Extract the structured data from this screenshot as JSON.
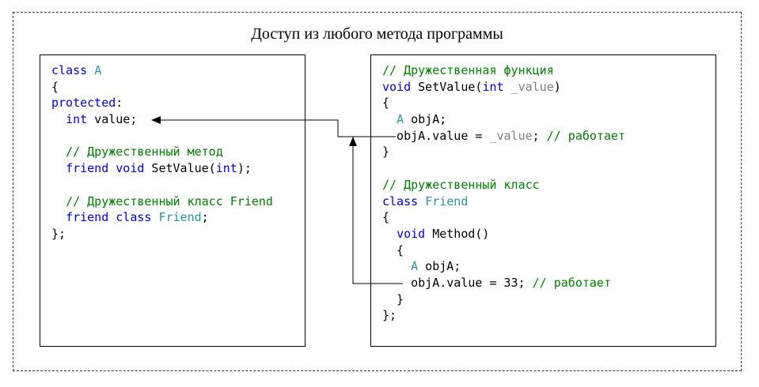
{
  "title": "Доступ из любого метода программы",
  "class_a_box": {
    "lines": [
      [
        {
          "t": "class ",
          "c": "kw"
        },
        {
          "t": "A",
          "c": "ty"
        }
      ],
      [
        {
          "t": "{",
          "c": "tx"
        }
      ],
      [
        {
          "t": "protected",
          "c": "kw"
        },
        {
          "t": ":",
          "c": "tx"
        }
      ],
      [
        {
          "t": "  ",
          "c": "tx"
        },
        {
          "t": "int",
          "c": "kw"
        },
        {
          "t": " value;",
          "c": "tx"
        }
      ],
      [],
      [
        {
          "t": "  // Дружественный метод",
          "c": "cm"
        }
      ],
      [
        {
          "t": "  ",
          "c": "tx"
        },
        {
          "t": "friend",
          "c": "kw"
        },
        {
          "t": " ",
          "c": "tx"
        },
        {
          "t": "void",
          "c": "kw"
        },
        {
          "t": " SetValue(",
          "c": "tx"
        },
        {
          "t": "int",
          "c": "kw"
        },
        {
          "t": ");",
          "c": "tx"
        }
      ],
      [],
      [
        {
          "t": "  // Дружественный класс Friend",
          "c": "cm"
        }
      ],
      [
        {
          "t": "  ",
          "c": "tx"
        },
        {
          "t": "friend",
          "c": "kw"
        },
        {
          "t": " ",
          "c": "tx"
        },
        {
          "t": "class",
          "c": "kw"
        },
        {
          "t": " ",
          "c": "tx"
        },
        {
          "t": "Friend",
          "c": "ty"
        },
        {
          "t": ";",
          "c": "tx"
        }
      ],
      [
        {
          "t": "};",
          "c": "tx"
        }
      ]
    ]
  },
  "friends_box": {
    "lines": [
      [
        {
          "t": "// Дружественная функция",
          "c": "cm"
        }
      ],
      [
        {
          "t": "void",
          "c": "kw"
        },
        {
          "t": " SetValue(",
          "c": "tx"
        },
        {
          "t": "int",
          "c": "kw"
        },
        {
          "t": " ",
          "c": "tx"
        },
        {
          "t": "_value",
          "c": "pm"
        },
        {
          "t": ")",
          "c": "tx"
        }
      ],
      [
        {
          "t": "{",
          "c": "tx"
        }
      ],
      [
        {
          "t": "  ",
          "c": "tx"
        },
        {
          "t": "A",
          "c": "ty"
        },
        {
          "t": " objA;",
          "c": "tx"
        }
      ],
      [
        {
          "t": "  objA.value = ",
          "c": "tx"
        },
        {
          "t": "_value",
          "c": "pm"
        },
        {
          "t": "; ",
          "c": "tx"
        },
        {
          "t": "// работает",
          "c": "cm"
        }
      ],
      [
        {
          "t": "}",
          "c": "tx"
        }
      ],
      [],
      [
        {
          "t": "// Дружественный класс",
          "c": "cm"
        }
      ],
      [
        {
          "t": "class",
          "c": "kw"
        },
        {
          "t": " ",
          "c": "tx"
        },
        {
          "t": "Friend",
          "c": "ty"
        }
      ],
      [
        {
          "t": "{",
          "c": "tx"
        }
      ],
      [
        {
          "t": "  ",
          "c": "tx"
        },
        {
          "t": "void",
          "c": "kw"
        },
        {
          "t": " Method()",
          "c": "tx"
        }
      ],
      [
        {
          "t": "  {",
          "c": "tx"
        }
      ],
      [
        {
          "t": "    ",
          "c": "tx"
        },
        {
          "t": "A",
          "c": "ty"
        },
        {
          "t": " objA;",
          "c": "tx"
        }
      ],
      [
        {
          "t": "    objA.value = 33; ",
          "c": "tx"
        },
        {
          "t": "// работает",
          "c": "cm"
        }
      ],
      [
        {
          "t": "  }",
          "c": "tx"
        }
      ],
      [
        {
          "t": "};",
          "c": "tx"
        }
      ]
    ]
  },
  "colors": {
    "keyword": "#0000cc",
    "type": "#2b91af",
    "comment": "#008000",
    "parameter": "#808080",
    "text": "#000000",
    "frame": "#333333"
  }
}
